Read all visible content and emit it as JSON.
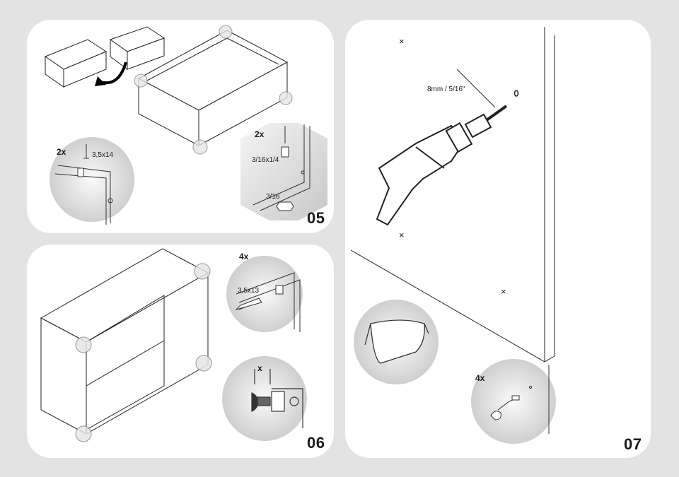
{
  "steps": {
    "s05": {
      "number": "05",
      "drawer_count": "2x",
      "drawer_screw": "3,5x14",
      "runner_count": "2x",
      "runner_screw": "3/16x1/4",
      "runner_nut": "3/16"
    },
    "s06": {
      "number": "06",
      "screw_count": "4x",
      "screw_size": "3,5x13",
      "gap_label": "x"
    },
    "s07": {
      "number": "07",
      "drill_bit": "8mm / 5/16\"",
      "plug_count": "4x",
      "wall_mark": "×"
    }
  }
}
